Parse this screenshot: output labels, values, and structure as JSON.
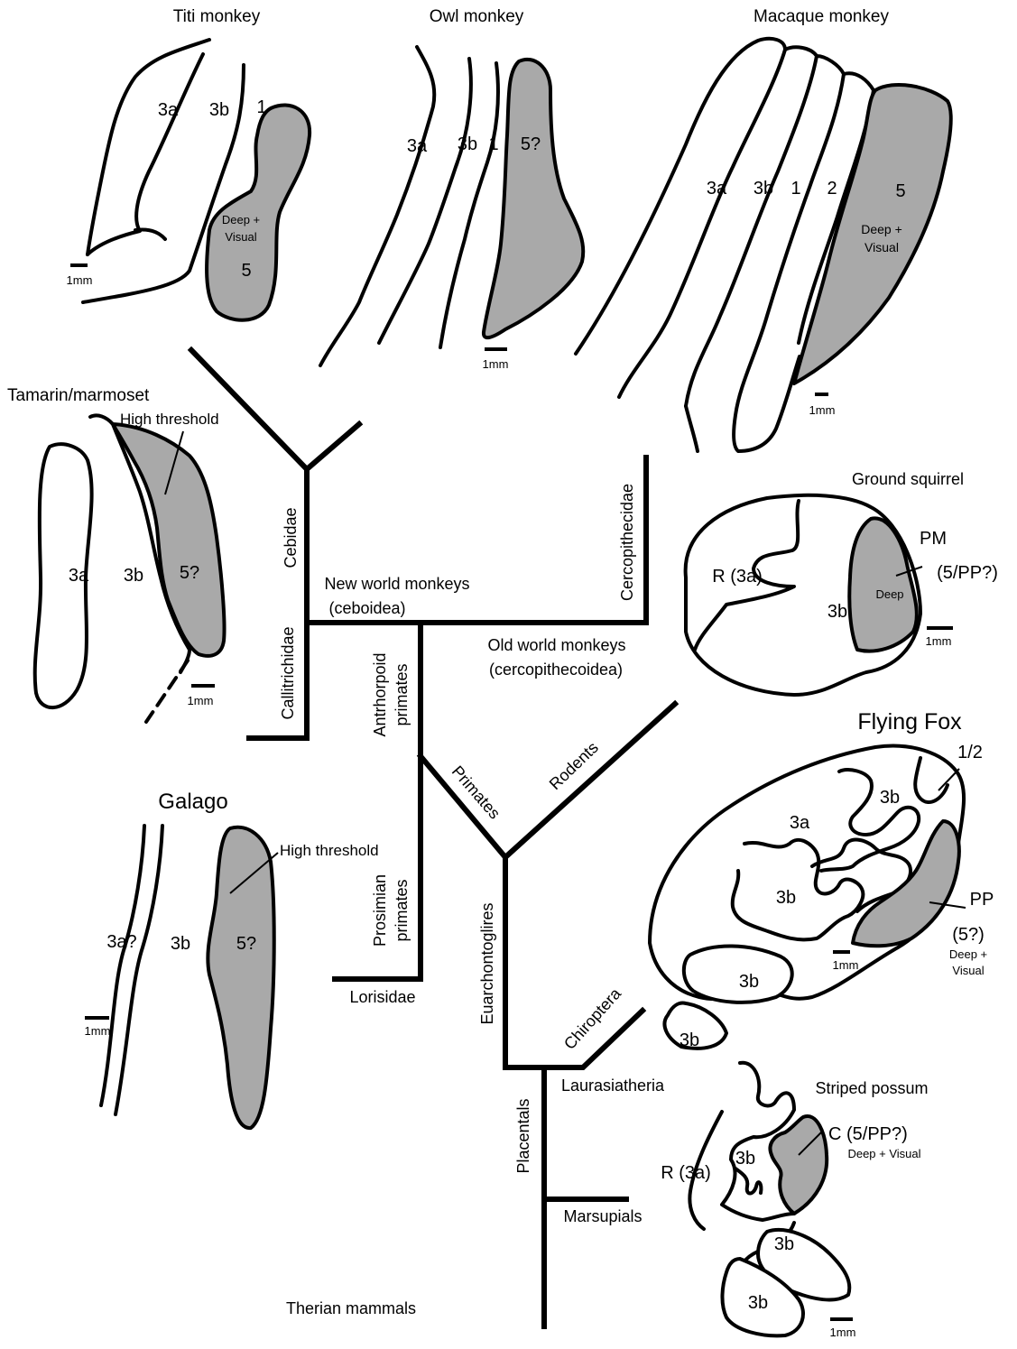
{
  "species": {
    "titi": {
      "title": "Titi monkey",
      "areas": [
        "3a",
        "3b",
        "1",
        "5"
      ],
      "note": [
        "Deep +",
        "Visual"
      ],
      "scale": "1mm"
    },
    "owl": {
      "title": "Owl monkey",
      "areas": [
        "3a",
        "3b",
        "1",
        "5?"
      ],
      "scale": "1mm"
    },
    "macaque": {
      "title": "Macaque monkey",
      "areas": [
        "3a",
        "3b",
        "1",
        "2",
        "5"
      ],
      "note": [
        "Deep +",
        "Visual"
      ],
      "scale": "1mm"
    },
    "tamarin": {
      "title": "Tamarin/marmoset",
      "annotation": "High threshold",
      "areas": [
        "3a",
        "3b",
        "5?"
      ],
      "scale": "1mm"
    },
    "squirrel": {
      "title": "Ground squirrel",
      "areas": [
        "R (3a)",
        "3b",
        "Deep"
      ],
      "pm": [
        "PM",
        "(5/PP?)"
      ],
      "scale": "1mm"
    },
    "flyingfox": {
      "title": "Flying Fox",
      "areas": [
        "1/2",
        "3b",
        "3a",
        "3b",
        "3b",
        "3b"
      ],
      "pp": [
        "PP",
        "(5?)"
      ],
      "note": [
        "Deep +",
        "Visual"
      ],
      "scale": "1mm"
    },
    "galago": {
      "title": "Galago",
      "annotation": "High threshold",
      "areas": [
        "3a?",
        "3b",
        "5?"
      ],
      "scale": "1mm"
    },
    "possum": {
      "title": "Striped possum",
      "areas": [
        "R (3a)",
        "3b",
        "3b",
        "3b"
      ],
      "c_label": "C (5/PP?)",
      "note": "Deep + Visual",
      "scale": "1mm"
    }
  },
  "tree": {
    "cebidae": "Cebidae",
    "callitrichidae": "Callitrichidae",
    "new_world": [
      "New world monkeys",
      "(ceboidea)"
    ],
    "cercopithecidae": "Cercopithecidae",
    "old_world": [
      "Old world monkeys",
      "(cercopithecoidea)"
    ],
    "anthropoid": [
      "Antrhorpoid",
      "primates"
    ],
    "primates": "Primates",
    "rodents": "Rodents",
    "prosimian": [
      "Prosimian",
      "primates"
    ],
    "lorisidae": "Lorisidae",
    "euarchontoglires": "Euarchontoglires",
    "chiroptera": "Chiroptera",
    "laurasiatheria": "Laurasiatheria",
    "placentals": "Placentals",
    "marsupials": "Marsupials",
    "therian": "Therian mammals"
  }
}
